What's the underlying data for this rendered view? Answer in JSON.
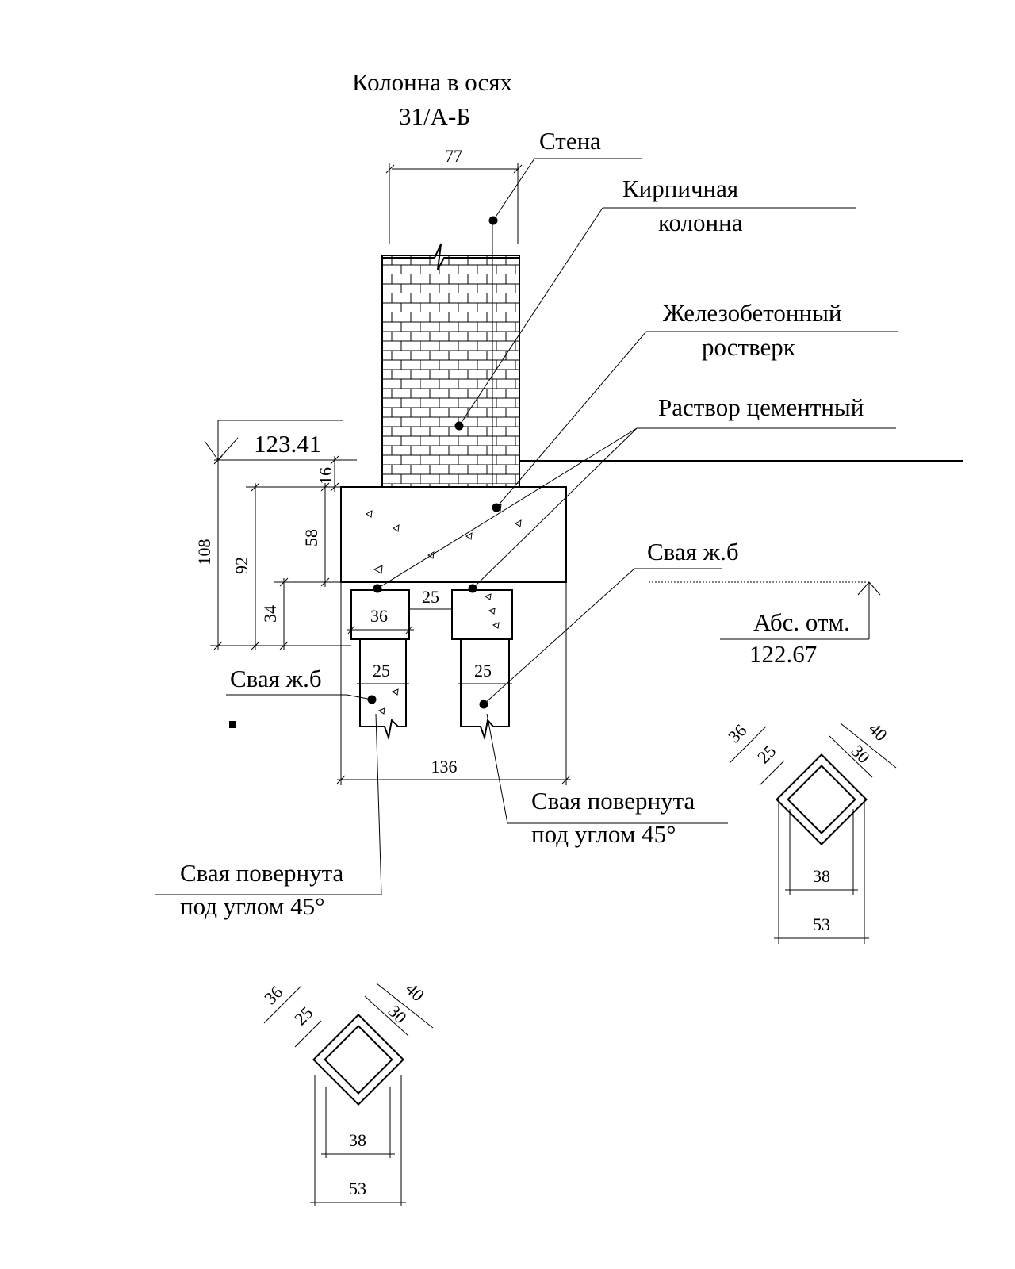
{
  "title": {
    "line1": "Колонна в осях",
    "line2": "31/А-Б"
  },
  "labels": {
    "wall": "Стена",
    "brick_column_1": "Кирпичная",
    "brick_column_2": "колонна",
    "rc_grillage_1": "Железобетонный",
    "rc_grillage_2": "ростверк",
    "cement_mortar": "Раствор цементный",
    "pile_right": "Свая ж.б",
    "pile_left": "Свая ж.б",
    "rotated_right_1": "Свая повернута",
    "rotated_right_2": "под углом 45°",
    "rotated_left_1": "Свая повернута",
    "rotated_left_2": "под углом 45°",
    "abs_mark_label": "Абс. отм.",
    "abs_mark_value": "122.67",
    "top_mark_value": "123.41"
  },
  "dimensions": {
    "column_width": "77",
    "grillage_width": "136",
    "gap_between_piles": "25",
    "pile_cap_width": "36",
    "pile_left_width": "25",
    "pile_right_width": "25",
    "total_height": "108",
    "height_92": "92",
    "height_58": "58",
    "height_16": "16",
    "height_34": "34"
  },
  "section_right": {
    "d36": "36",
    "d25": "25",
    "d40": "40",
    "d30": "30",
    "d38": "38",
    "d53": "53"
  },
  "section_left": {
    "d36": "36",
    "d25": "25",
    "d40": "40",
    "d30": "30",
    "d38": "38",
    "d53": "53"
  }
}
